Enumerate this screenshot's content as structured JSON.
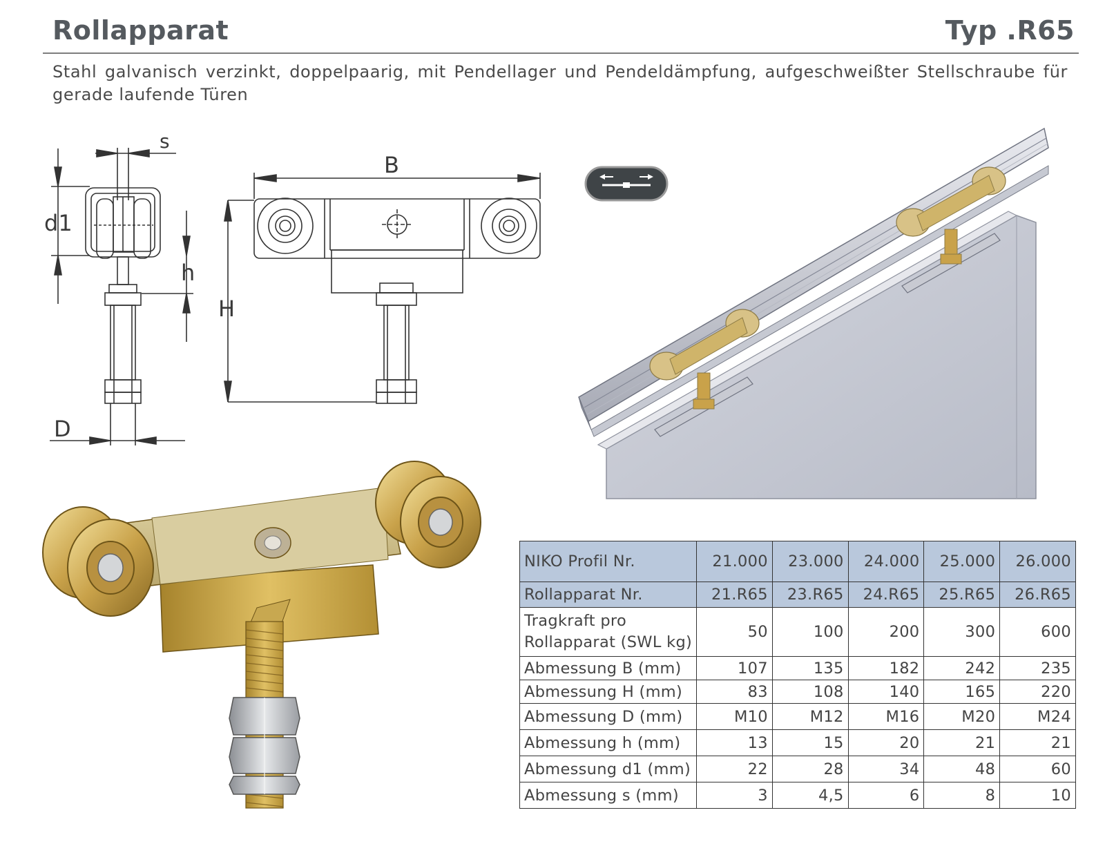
{
  "header": {
    "title": "Rollapparat",
    "type_label": "Typ .R65"
  },
  "description": "Stahl galvanisch verzinkt, doppelpaarig, mit Pendellager und Pendeldämpfung, aufgeschweißter Stellschraube für gerade laufende Türen",
  "drawing_labels": {
    "s": "s",
    "d1": "d1",
    "h": "h",
    "D": "D",
    "B": "B",
    "H": "H"
  },
  "table": {
    "rows": [
      {
        "label": "NIKO Profil Nr.",
        "values": [
          "21.000",
          "23.000",
          "24.000",
          "25.000",
          "26.000"
        ],
        "highlight": true
      },
      {
        "label": "Rollapparat Nr.",
        "values": [
          "21.R65",
          "23.R65",
          "24.R65",
          "25.R65",
          "26.R65"
        ],
        "highlight": true
      },
      {
        "label_line1": "Tragkraft pro",
        "label_line2": "Rollapparat (SWL kg)",
        "values": [
          "50",
          "100",
          "200",
          "300",
          "600"
        ]
      },
      {
        "label": "Abmessung B (mm)",
        "values": [
          "107",
          "135",
          "182",
          "242",
          "235"
        ]
      },
      {
        "label": "Abmessung H (mm)",
        "values": [
          "83",
          "108",
          "140",
          "165",
          "220"
        ]
      },
      {
        "label": "Abmessung D (mm)",
        "values": [
          "M10",
          "M12",
          "M16",
          "M20",
          "M24"
        ]
      },
      {
        "label": "Abmessung h (mm)",
        "values": [
          "13",
          "15",
          "20",
          "21",
          "21"
        ]
      },
      {
        "label": "Abmessung d1 (mm)",
        "values": [
          "22",
          "28",
          "34",
          "48",
          "60"
        ]
      },
      {
        "label": "Abmessung s (mm)",
        "values": [
          "3",
          "4,5",
          "6",
          "8",
          "10"
        ]
      }
    ]
  },
  "colors": {
    "header_row_bg": "#b9c8dc",
    "brass": "#c9a24a",
    "title_grey": "#555a5f"
  }
}
